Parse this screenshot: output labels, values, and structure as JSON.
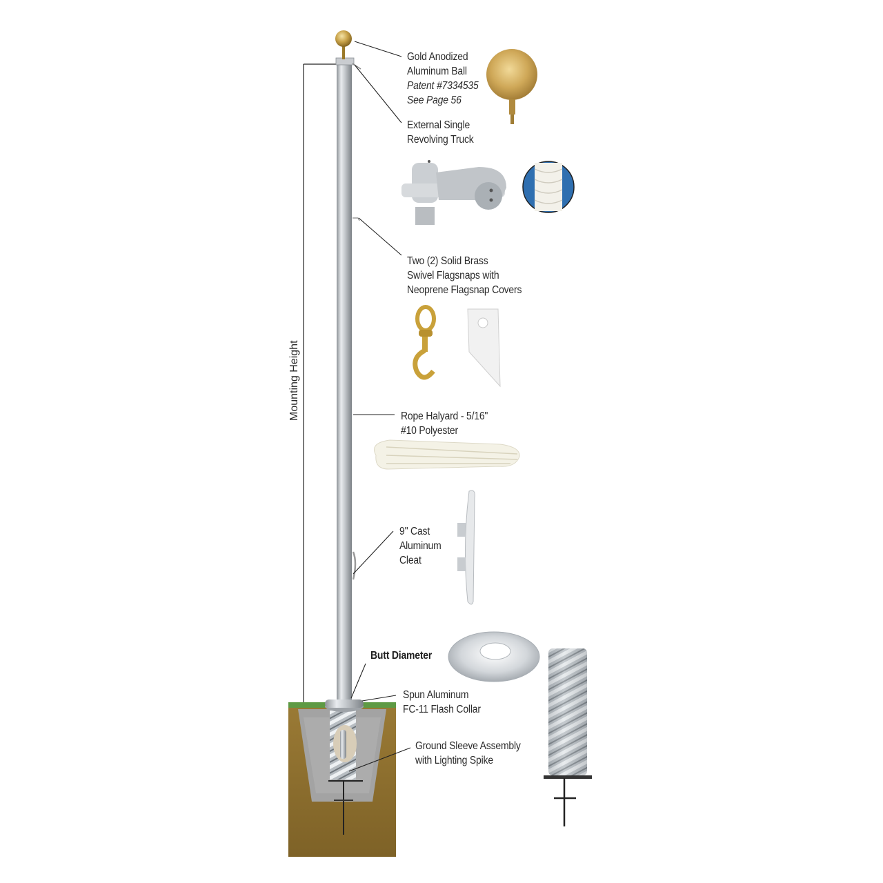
{
  "diagram": {
    "dimension_label": "Mounting Height",
    "components": [
      {
        "id": "ball",
        "lines": [
          "Gold Anodized",
          "Aluminum Ball"
        ],
        "notes": [
          "Patent #7334535",
          "See Page 56"
        ],
        "icon": "gold-ball-icon"
      },
      {
        "id": "truck",
        "lines": [
          "External Single",
          "Revolving Truck"
        ],
        "icon": "revolving-truck-icon"
      },
      {
        "id": "flagsnaps",
        "lines": [
          "Two (2) Solid Brass",
          "Swivel Flagsnaps with",
          "Neoprene Flagsnap Covers"
        ],
        "icon": "brass-flagsnap-icon"
      },
      {
        "id": "halyard",
        "lines": [
          "Rope Halyard - 5/16\"",
          "#10 Polyester"
        ],
        "icon": "rope-coil-icon"
      },
      {
        "id": "cleat",
        "lines": [
          "9\" Cast",
          "Aluminum",
          "Cleat"
        ],
        "icon": "cleat-icon"
      },
      {
        "id": "butt",
        "lines": [
          "Butt Diameter"
        ]
      },
      {
        "id": "collar",
        "lines": [
          "Spun Aluminum",
          "FC-11 Flash Collar"
        ],
        "icon": "flash-collar-icon"
      },
      {
        "id": "sleeve",
        "lines": [
          "Ground Sleeve Assembly",
          "with Lighting Spike"
        ],
        "icon": "ground-sleeve-icon"
      }
    ],
    "colors": {
      "gold": "#c9a34a",
      "aluminum": "#c8ccd0",
      "soil": "#8a6a2c",
      "grass": "#4f8f3a",
      "concrete": "#9c9c9c",
      "rope_blue": "#2f6fb0"
    }
  }
}
